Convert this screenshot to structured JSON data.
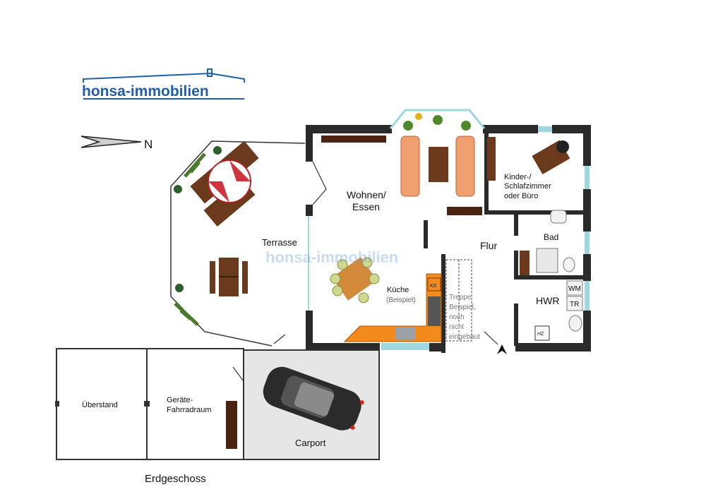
{
  "logo": {
    "text": "honsa-immobilien"
  },
  "watermark": {
    "text": "honsa-immobilien"
  },
  "compass": {
    "label": "N"
  },
  "rooms": {
    "terrasse": "Terrasse",
    "wohnen_line1": "Wohnen/",
    "wohnen_line2": "Essen",
    "kinder_line1": "Kinder-/",
    "kinder_line2": "Schlafzimmer",
    "kinder_line3": "oder Büro",
    "bad": "Bad",
    "flur": "Flur",
    "kueche": "Küche",
    "kueche_note": "(Beispiel)",
    "hwr": "HWR",
    "treppe_line1": "Treppe",
    "treppe_line2": "Beispiel,",
    "treppe_line3": "noch",
    "treppe_line4": "nicht",
    "treppe_line5": "eingebaut",
    "ueberstand": "Überstand",
    "geraete_line1": "Geräte-",
    "geraete_line2": "Fahrradraum",
    "carport": "Carport"
  },
  "fixtures": {
    "wm": "WM",
    "tr": "TR",
    "ks": "KS",
    "hz": "HZ"
  },
  "floor_label": "Erdgeschoss",
  "colors": {
    "wall": "#2a2a2a",
    "window": "#9fd7df",
    "kitchen": "#f28a1e",
    "sofa": "#f0a070",
    "wood": "#6b3a1c",
    "logo": "#1f5fa8",
    "carport": "#e6e6e6"
  }
}
